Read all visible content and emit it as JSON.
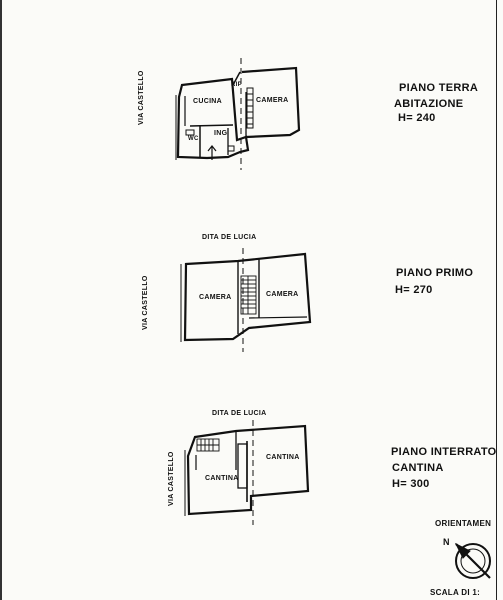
{
  "floors": [
    {
      "title": "PIANO TERRA",
      "subtitle": "ABITAZIONE",
      "height": "H= 240",
      "street": "VIA CASTELLO",
      "neighbor": "",
      "rooms": [
        "CUCINA",
        "CAMERA",
        "WC",
        "ING",
        "RIP"
      ]
    },
    {
      "title": "PIANO PRIMO",
      "subtitle": "",
      "height": "H= 270",
      "street": "VIA CASTELLO",
      "neighbor": "DITA DE LUCIA",
      "rooms": [
        "CAMERA",
        "CAMERA"
      ]
    },
    {
      "title": "PIANO INTERRATO",
      "subtitle": "CANTINA",
      "height": "H= 300",
      "street": "VIA CASTELLO",
      "neighbor": "DITA DE LUCIA",
      "rooms": [
        "CANTINA",
        "CANTINA"
      ]
    }
  ],
  "orientation_label": "ORIENTAMEN",
  "north_label": "N",
  "scale_label": "SCALA DI 1:"
}
